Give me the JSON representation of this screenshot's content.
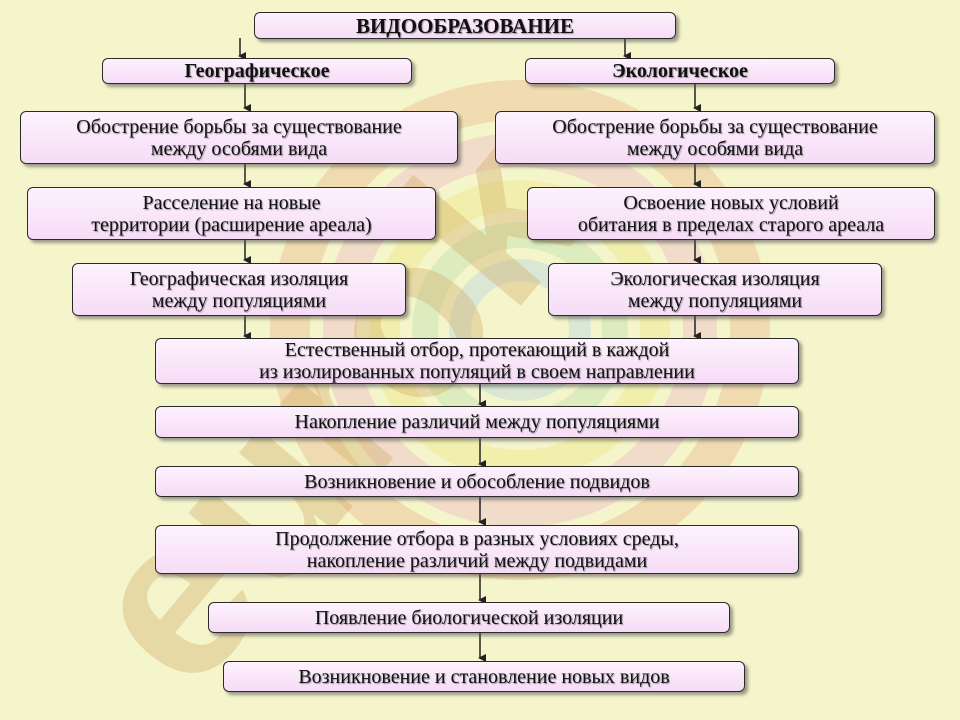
{
  "title": "ВИДООБРАЗОВАНИЕ",
  "branches": {
    "left": "Географическое",
    "right": "Экологическое"
  },
  "left_steps": [
    "Обострение борьбы за существование\nмежду особями вида",
    "Расселение на новые\nтерритории (расширение ареала)",
    "Географическая изоляция\nмежду популяциями"
  ],
  "right_steps": [
    "Обострение борьбы за существование\nмежду особями вида",
    "Освоение новых условий\nобитания в пределах старого ареала",
    "Экологическая изоляция\nмежду популяциями"
  ],
  "common_steps": [
    "Естественный отбор, протекающий в каждой\nиз изолированных популяций в своем направлении",
    "Накопление различий между популяциями",
    "Возникновение и обособление подвидов",
    "Продолжение отбора в разных условиях среды,\nнакопление различий между подвидами",
    "Появление биологической изоляции",
    "Возникновение и становление новых видов"
  ],
  "watermark": {
    "text": "eurok",
    "colors": [
      "#e8a07a",
      "#e8a0c0",
      "#f0e070",
      "#a0d8a0",
      "#a0c8f0"
    ]
  }
}
